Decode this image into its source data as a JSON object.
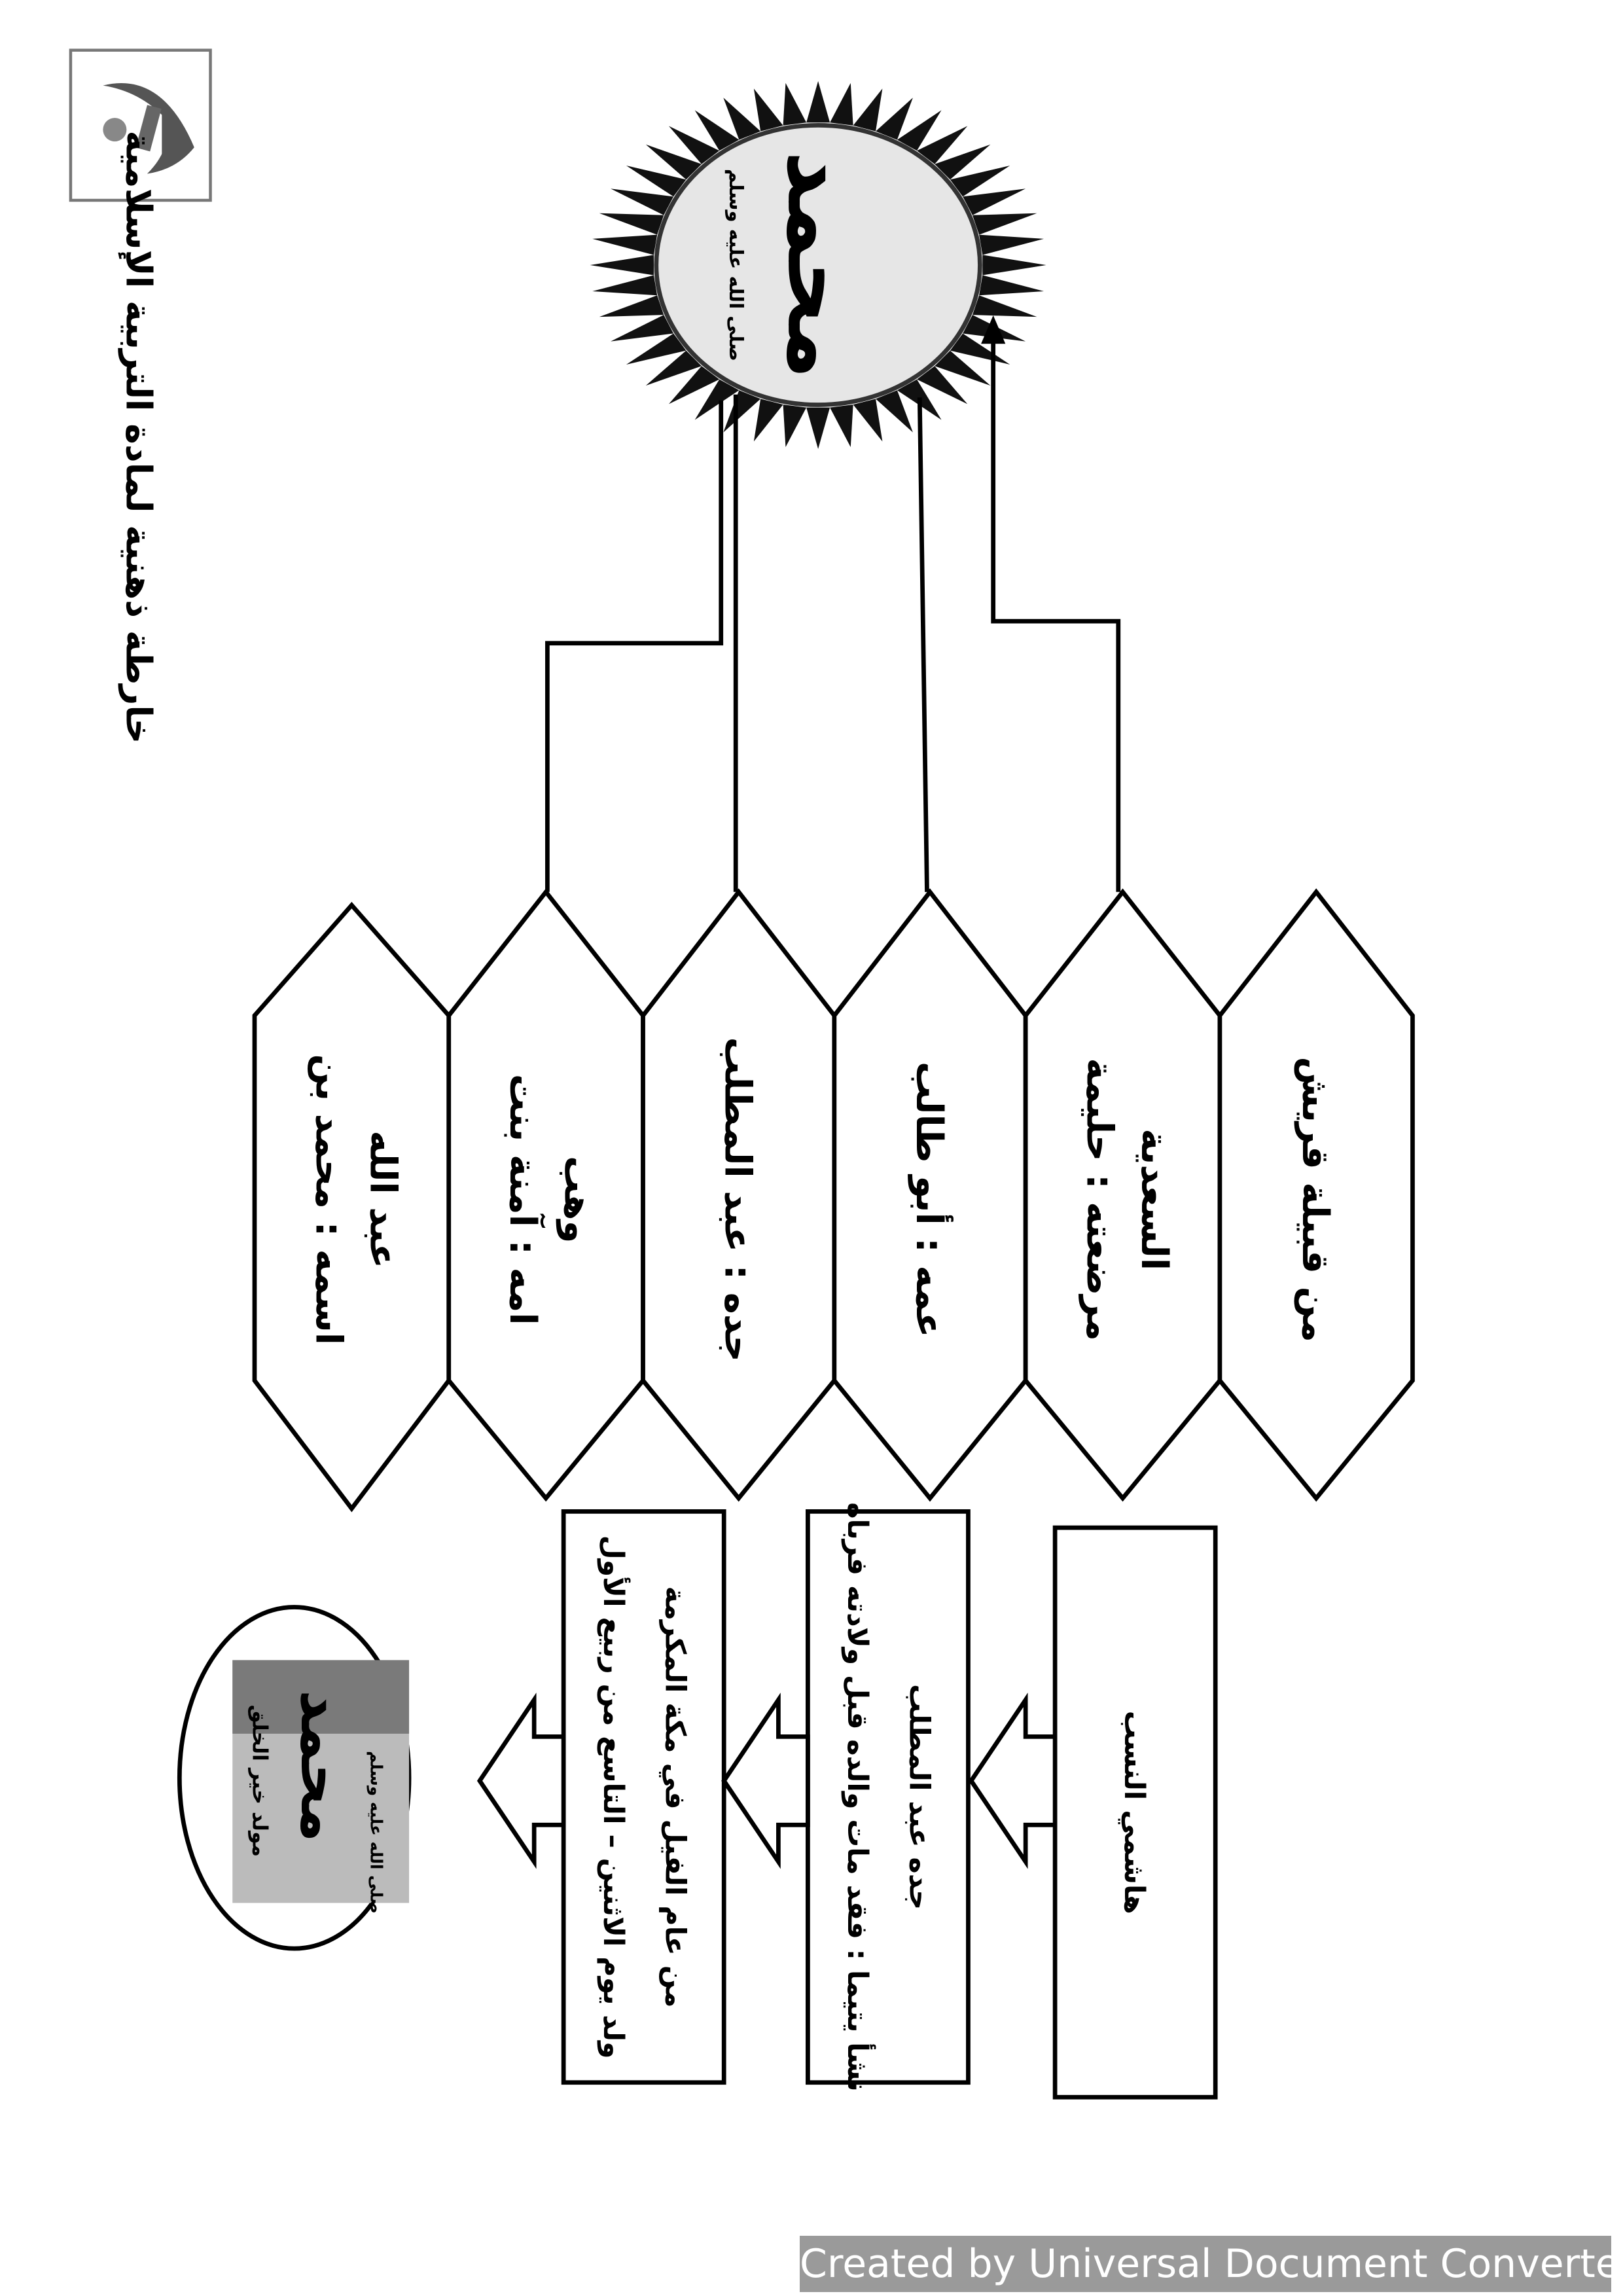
{
  "header": {
    "title": "خارطة ذهنية لمادة التربية الإسلامية",
    "logo": "school-logo"
  },
  "medallion": {
    "calligraphy": "محمد",
    "blessing": "صلى الله عليه وسلم"
  },
  "hexagons": [
    {
      "line1": "اسمه : محمد بن",
      "line2": "عبد الله"
    },
    {
      "line1": "امه : آمنة بنت",
      "line2": "وهب"
    },
    {
      "line1": "جده : عبد المطلب",
      "line2": ""
    },
    {
      "line1": "عمه : أبو طالب",
      "line2": ""
    },
    {
      "line1": "مرضعته : حليمة",
      "line2": "السعدية"
    },
    {
      "line1": "من قبيلة قريش",
      "line2": ""
    }
  ],
  "boxes": [
    {
      "line1": "ولد يوم الاثنين – التاسع من ربيع الأول",
      "line2": "من عام الفيل في مكة المكرمة"
    },
    {
      "line1": "نشأ يتيما : فقد مات والده قبل ولادته فرباه",
      "line2": "جده عبد المطلب"
    },
    {
      "line1": "هاشمي النسب",
      "line2": ""
    }
  ],
  "birth_image": {
    "caption": "مولد خير الخلق",
    "name": "محمد",
    "blessing": "صلى الله عليه وسلم"
  },
  "footer": {
    "text": "Created by Universal Document Converter"
  },
  "colors": {
    "ink": "#000000",
    "footer_bg": "#9a9a9a",
    "frame": "#777777"
  }
}
